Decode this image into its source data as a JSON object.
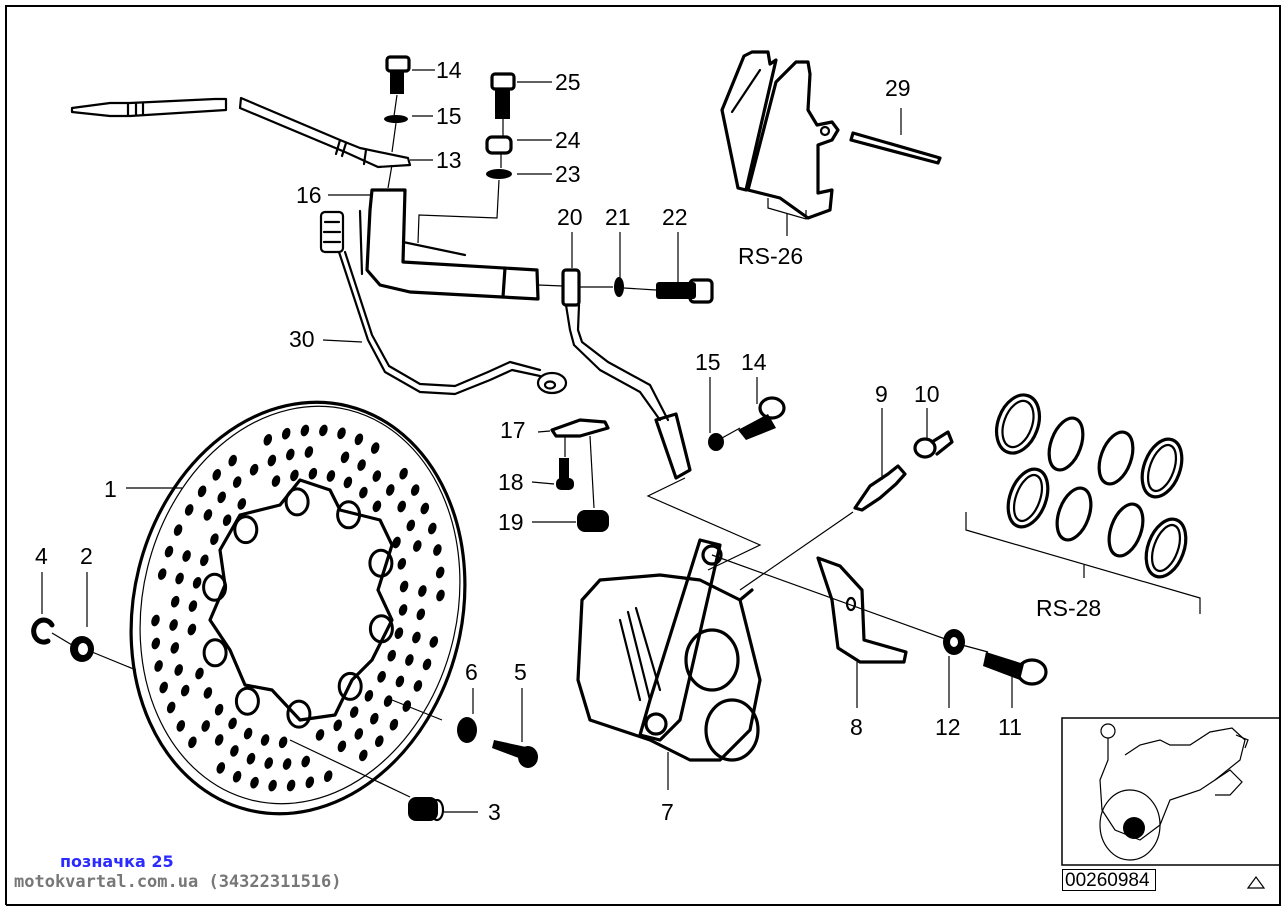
{
  "diagram": {
    "title": "Front brake caliper, disc and brake lines exploded view",
    "drawing_number": "00260984",
    "labels": [
      {
        "id": "1",
        "part": "brake-disc"
      },
      {
        "id": "2",
        "part": "washer"
      },
      {
        "id": "3",
        "part": "bushing-nut"
      },
      {
        "id": "4",
        "part": "circlip"
      },
      {
        "id": "5",
        "part": "screw"
      },
      {
        "id": "6",
        "part": "spacer"
      },
      {
        "id": "7",
        "part": "brake-caliper"
      },
      {
        "id": "8",
        "part": "bracket"
      },
      {
        "id": "9",
        "part": "bleeder-valve"
      },
      {
        "id": "10",
        "part": "dust-cap"
      },
      {
        "id": "11",
        "part": "cap-screw"
      },
      {
        "id": "12",
        "part": "washer"
      },
      {
        "id": "13",
        "part": "brake-line-upper"
      },
      {
        "id": "14",
        "part": "banjo-bolt-upper"
      },
      {
        "id": "15",
        "part": "seal-ring-upper"
      },
      {
        "id": "16",
        "part": "line-bracket"
      },
      {
        "id": "17",
        "part": "clip"
      },
      {
        "id": "18",
        "part": "screw"
      },
      {
        "id": "19",
        "part": "rubber-grommet"
      },
      {
        "id": "20",
        "part": "hose-fitting"
      },
      {
        "id": "21",
        "part": "seal-ring"
      },
      {
        "id": "22",
        "part": "banjo-bolt"
      },
      {
        "id": "23",
        "part": "washer"
      },
      {
        "id": "24",
        "part": "nut"
      },
      {
        "id": "25",
        "part": "bolt"
      },
      {
        "id": "29",
        "part": "pad-pin"
      },
      {
        "id": "30",
        "part": "brake-hose"
      },
      {
        "id": "15",
        "part": "seal-ring-lower"
      },
      {
        "id": "14",
        "part": "banjo-bolt-lower"
      },
      {
        "id": "RS-26",
        "part": "brake-pad-set"
      },
      {
        "id": "RS-28",
        "part": "seal-kit"
      }
    ]
  },
  "watermark": {
    "line1": "позначка 25",
    "line2": "motokvartal.com.ua (34322311516)"
  },
  "thumbnail": {
    "caption": "00260984",
    "icon": "triangle-icon",
    "highlight_color": "#000000"
  },
  "colors": {
    "ink": "#000000",
    "watermark_blue": "#2b2bff",
    "watermark_gray": "#777777"
  }
}
